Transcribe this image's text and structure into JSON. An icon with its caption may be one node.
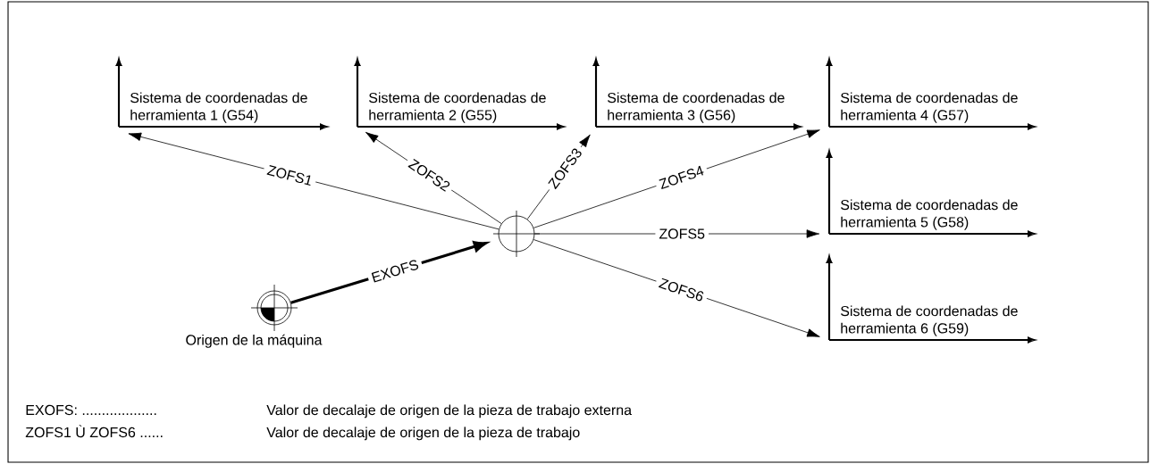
{
  "diagram": {
    "nodes": [
      {
        "text": [
          "Sistema de coordenadas de herramienta 1 (G54)"
        ]
      },
      {
        "text": [
          "Sistema de coordenadas de herramienta 2 (G55)"
        ]
      },
      {
        "text": [
          "Sistema de coordenadas de herramienta 3 (G56)"
        ]
      },
      {
        "text": [
          "Sistema de coordenadas de herramienta 4 (G57)"
        ]
      },
      {
        "text": [
          "Sistema de coordenadas de herramienta 5 (G58)"
        ]
      },
      {
        "text": [
          "Sistema de coordenadas de herramienta 6 (G59)"
        ]
      },
      {
        "text": [],
        "shape": "circle"
      },
      {
        "text": [],
        "shape": "circle",
        "beside": [
          "Origen de la máquina"
        ]
      }
    ],
    "edges": [
      {
        "from": 6,
        "to": 0,
        "arrow": "to",
        "label": "ZOFS1"
      },
      {
        "from": 6,
        "to": 1,
        "arrow": "to",
        "label": "ZOFS2"
      },
      {
        "from": 6,
        "to": 2,
        "arrow": "to",
        "label": "ZOFS3"
      },
      {
        "from": 6,
        "to": 3,
        "arrow": "to",
        "label": "ZOFS4"
      },
      {
        "from": 6,
        "to": 4,
        "arrow": "to",
        "label": "ZOFS5"
      },
      {
        "from": 6,
        "to": 5,
        "arrow": "to",
        "label": "ZOFS6"
      },
      {
        "from": 7,
        "to": 6,
        "arrow": "to",
        "label": "EXOFS",
        "style": "thick"
      }
    ],
    "labels": [
      "EXOFS: ...................",
      "Valor de decalaje de origen de la pieza de trabajo externa",
      "ZOFS1 Ù ZOFS6 ......",
      "Valor de decalaje de origen de la pieza de trabajo"
    ]
  }
}
